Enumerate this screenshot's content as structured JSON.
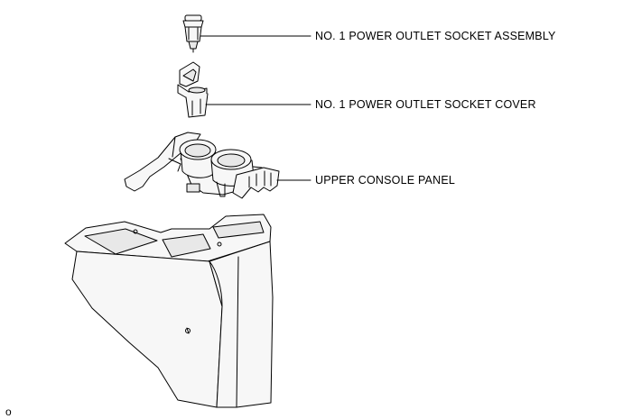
{
  "labels": [
    "NO. 1 POWER OUTLET SOCKET ASSEMBLY",
    "NO. 1 POWER OUTLET SOCKET COVER",
    "UPPER CONSOLE PANEL"
  ],
  "figure_code": "o",
  "colors": {
    "line": "#000000",
    "fill": "#f7f7f7",
    "shade": "#e8e8e8",
    "background": "#ffffff"
  }
}
